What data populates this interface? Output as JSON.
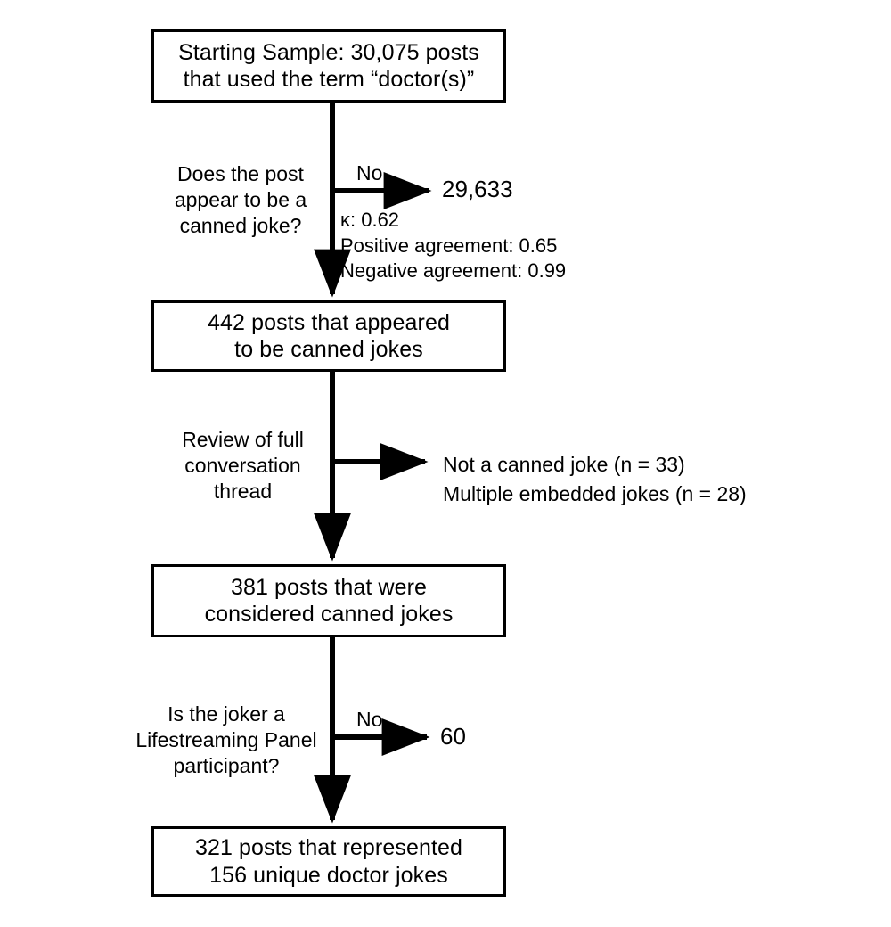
{
  "diagram": {
    "title": "Canned doctor joke post selection flowchart",
    "type": "flowchart",
    "stroke_color": "#000000",
    "background_color": "#ffffff"
  },
  "nodes": [
    {
      "id": "starting-sample",
      "line1": "Starting Sample: 30,075 posts",
      "line2": "that used the term “doctor(s)”"
    },
    {
      "id": "appeared-canned",
      "line1": "442 posts that appeared",
      "line2": "to be canned jokes"
    },
    {
      "id": "considered-canned",
      "line1": "381 posts that were",
      "line2": "considered canned jokes"
    },
    {
      "id": "final-sample",
      "line1": "321 posts that represented",
      "line2": "156 unique doctor jokes"
    }
  ],
  "steps": [
    {
      "id": "canned-joke-question",
      "question": "Does the post\nappear to be a\ncanned joke?",
      "branch_label": "No",
      "branch_value": "29,633",
      "stats": "κ: 0.62\nPositive agreement: 0.65\nNegative agreement: 0.99"
    },
    {
      "id": "thread-review",
      "question": "Review of full\nconversation\nthread",
      "branch_label": "",
      "exclusions": "Not a canned joke (n = 33)\nMultiple embedded jokes (n = 28)"
    },
    {
      "id": "lifestreaming-question",
      "question": "Is the joker a\nLifestreaming Panel\nparticipant?",
      "branch_label": "No",
      "branch_value": "60"
    }
  ]
}
